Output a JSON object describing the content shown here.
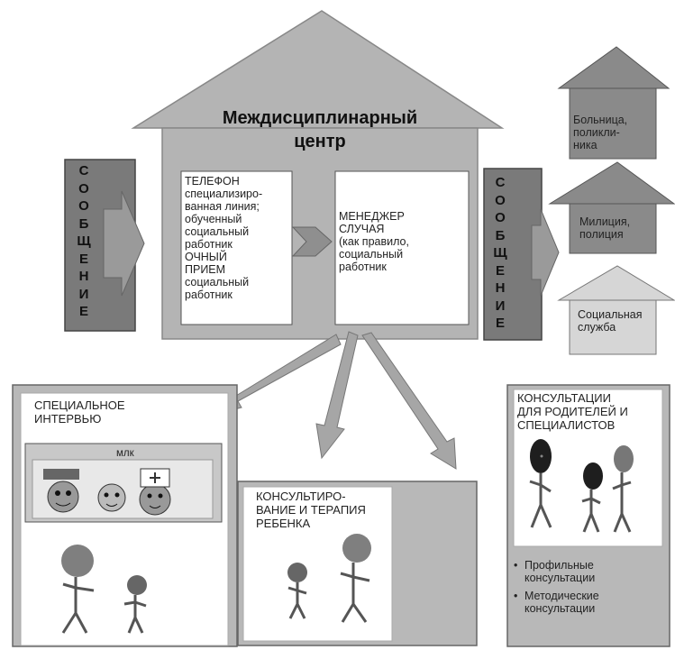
{
  "center": {
    "title": "Междисциплинарный\nцентр",
    "phone_box": "ТЕЛЕФОН\nспециализиро-\nванная линия;\nобученный\nсоциальный\nработник\nОЧНЫЙ\nПРИЕМ\nсоциальный\nработник",
    "manager_box": "МЕНЕДЖЕР\nСЛУЧАЯ\n(как правило,\nсоциальный\nработник"
  },
  "message_label": "С\nО\nО\nБ\nЩ\nЕ\nН\nИ\nЕ",
  "agencies": [
    {
      "label": "Больница,\nполикли-\nника"
    },
    {
      "label": "Милиция,\nполиция"
    },
    {
      "label": "Социальная\nслужба"
    }
  ],
  "panels": {
    "interview": {
      "title": "СПЕЦИАЛЬНОЕ\nИНТЕРВЬЮ",
      "caption": "млк"
    },
    "therapy": {
      "title": "КОНСУЛЬТИРО-\nВАНИЕ И ТЕРАПИЯ\nРЕБЕНКА"
    },
    "consult": {
      "title": "КОНСУЛЬТАЦИИ\nДЛЯ РОДИТЕЛЕЙ И\nСПЕЦИАЛИСТОВ",
      "bullets": [
        "Профильные\nконсультации",
        "Методические\nконсультации"
      ]
    }
  }
}
